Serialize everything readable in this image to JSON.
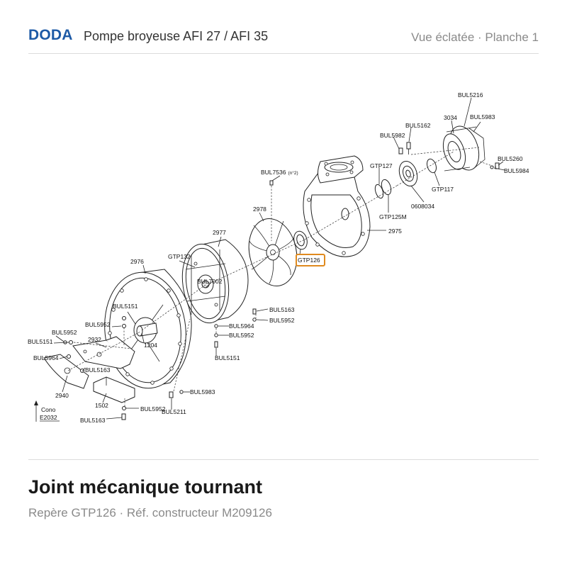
{
  "header": {
    "brand": "DODA",
    "title": "Pompe broyeuse AFI 27 / AFI 35",
    "sheet": "Vue éclatée · Planche 1"
  },
  "highlight_color": "#e08a1e",
  "brand_color": "#1d5aa6",
  "parts": {
    "p2976": "2976",
    "p2977": "2977",
    "p2978": "2978",
    "p2975": "2975",
    "p3034": "3034",
    "p0608034": "0608034",
    "gtp126": "GTP126",
    "gtp132": "GTP132",
    "gtp127": "GTP127",
    "gtp125m": "GTP125M",
    "gtp117": "GTP117",
    "bul5216": "BUL5216",
    "bul5983_top": "BUL5983",
    "bul5162": "BUL5162",
    "bul5982": "BUL5982",
    "bul5260": "BUL5260",
    "bul5984": "BUL5984",
    "bul7536": "BUL7536",
    "bul7536_note": "(n°2)",
    "bul7002": "BUL7002",
    "bul5151_a": "BUL5151",
    "bul5952_a": "BUL5952",
    "bul5952_b": "BUL5952",
    "bul5151_b": "BUL5151",
    "bul5964_a": "BUL5964",
    "bul5163_a": "BUL5163",
    "p2932": "2932",
    "p1204": "1204",
    "p2940": "2940",
    "p1502": "1502",
    "bul5952_c": "BUL5952",
    "bul5163_b": "BUL5163",
    "bul5211": "BUL5211",
    "bul5983_b": "BUL5983",
    "bul5163_c": "BUL5163",
    "bul5952_d": "BUL5952",
    "bul5964_b": "BUL5964",
    "bul5952_e": "BUL5952",
    "bul5151_c": "BUL5151",
    "cono": "Cono",
    "e2032": "E2032"
  },
  "selection": {
    "name": "Joint mécanique tournant",
    "ref": "Repère GTP126 · Réf. constructeur M209126"
  }
}
